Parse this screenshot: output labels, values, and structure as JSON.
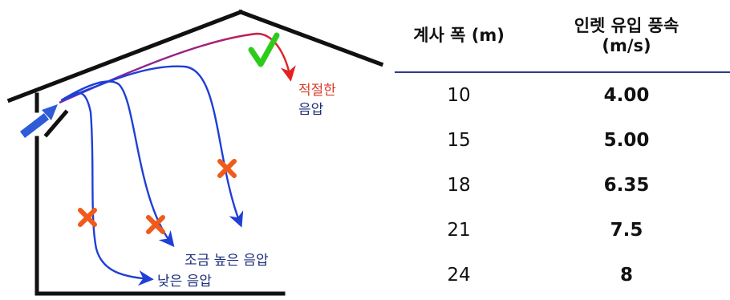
{
  "diagram": {
    "label_proper": [
      "적절한",
      "음압"
    ],
    "label_slightly_high": "조금 높은 음압",
    "label_low": "낮은 음압",
    "colors": {
      "airflow_blue": "#1f3fd6",
      "airflow_proper_start": "#7a2aa8",
      "airflow_proper_end": "#e62020",
      "check_green": "#2ecc1a",
      "cross_red": "#f05a1a",
      "inlet_arrow": "#2e5bd8",
      "label_red": "#d83a2a",
      "label_navy": "#1c2d7a",
      "wall": "#111111"
    },
    "icons": [
      "check-icon",
      "cross-icon",
      "cross-icon",
      "cross-icon",
      "inlet-arrow-icon"
    ]
  },
  "table": {
    "headers": {
      "width": "계사 폭 (m)",
      "speed_line1": "인렛 유입 풍속",
      "speed_line2": "(m/s)"
    },
    "rows": [
      {
        "width": "10",
        "speed": "4.00"
      },
      {
        "width": "15",
        "speed": "5.00"
      },
      {
        "width": "18",
        "speed": "6.35"
      },
      {
        "width": "21",
        "speed": "7.5"
      },
      {
        "width": "24",
        "speed": "8"
      }
    ]
  }
}
